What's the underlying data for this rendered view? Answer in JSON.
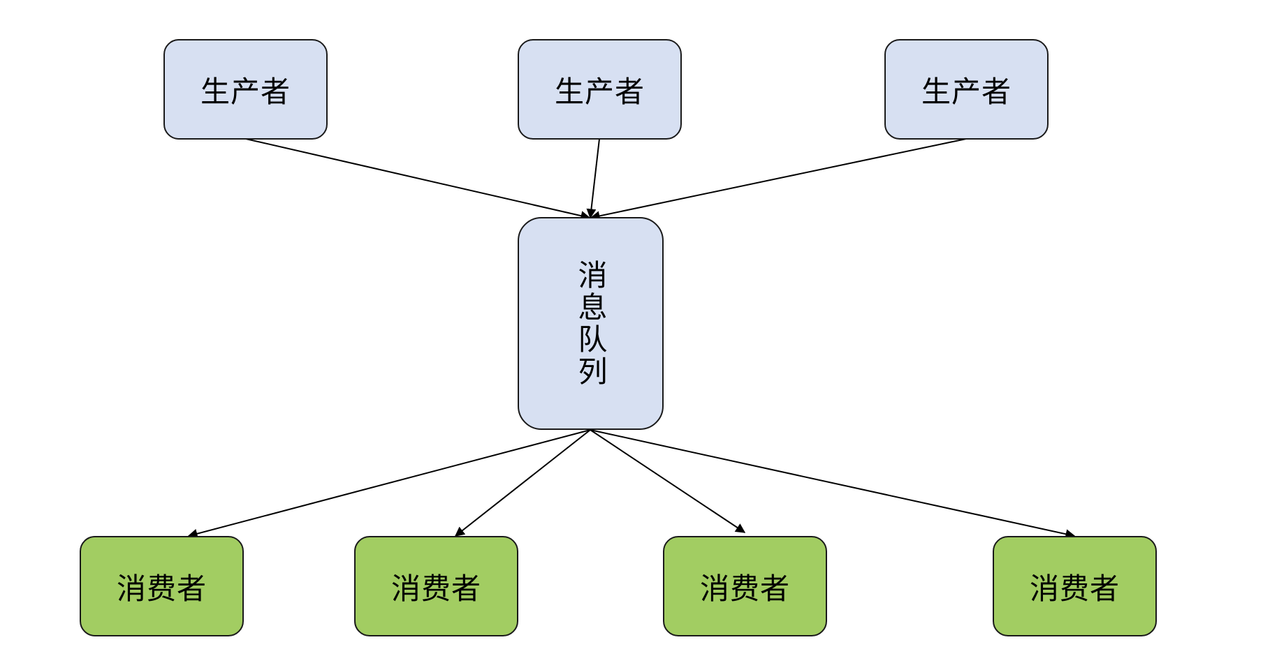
{
  "colors": {
    "producer_fill": "#d7e0f2",
    "queue_fill": "#d7e0f2",
    "consumer_fill": "#a2cd62",
    "stroke": "#1a1a1a"
  },
  "producers": [
    {
      "label": "生产者"
    },
    {
      "label": "生产者"
    },
    {
      "label": "生产者"
    }
  ],
  "queue": {
    "label": "消息队列"
  },
  "consumers": [
    {
      "label": "消费者"
    },
    {
      "label": "消费者"
    },
    {
      "label": "消费者"
    },
    {
      "label": "消费者"
    }
  ]
}
